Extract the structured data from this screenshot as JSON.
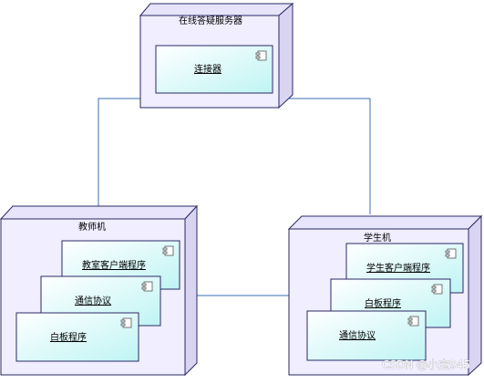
{
  "nodes": {
    "server": {
      "title": "在线答疑服务器",
      "components": [
        {
          "label": "连接器"
        }
      ]
    },
    "teacher": {
      "title": "教师机",
      "components": [
        {
          "label": "教室客户端程序"
        },
        {
          "label": "通信协议"
        },
        {
          "label": "白板程序"
        }
      ]
    },
    "student": {
      "title": "学生机",
      "components": [
        {
          "label": "学生客户端程序"
        },
        {
          "label": "白板程序"
        },
        {
          "label": "通信协议"
        }
      ]
    }
  },
  "watermark": "CSDN @小宝945",
  "colors": {
    "node_fill": "#f0eeff",
    "node_side": "#d8d4f2",
    "node_stroke": "#2a2a66",
    "component_fill": "#e4fbfb",
    "link_stroke": "#3a6fb0"
  }
}
